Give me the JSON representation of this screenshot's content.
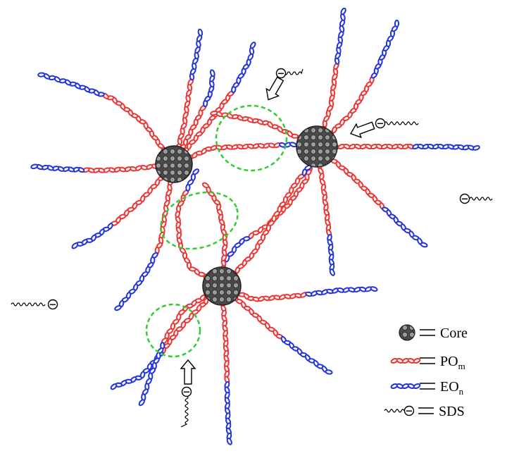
{
  "colors": {
    "po_block": "#ee3333",
    "eo_block": "#2233dd",
    "core": "#555555",
    "overlap_circle": "#33cc33",
    "sds_tail": "#000000"
  },
  "legend": {
    "core": "Core",
    "po": "PO",
    "po_sub": "m",
    "eo": "EO",
    "eo_sub": "n",
    "sds": "SDS"
  },
  "ion_symbol": "−"
}
